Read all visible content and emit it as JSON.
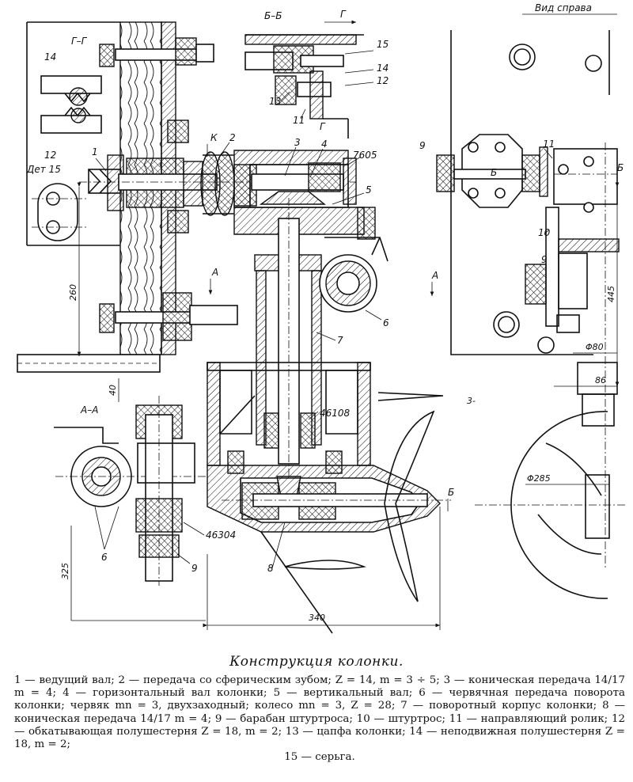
{
  "section_labels": {
    "section_gg": "Г–Г",
    "section_bb": "Б–Б",
    "section_bb_arrow": "Г",
    "right_view": "Вид справа",
    "section_aa": "А–А",
    "detail_15": "Дет 15"
  },
  "markers": {
    "a": "А",
    "b": "Б",
    "k": "К",
    "g": "Г"
  },
  "part_numbers": {
    "p1": "1",
    "p2": "2",
    "p3": "3",
    "p4": "4",
    "p5": "5",
    "p6_main": "6",
    "p6_aa": "6",
    "p7": "7",
    "p8": "8",
    "p9_right": "9",
    "p9_right_low": "9",
    "p9_aa": "9",
    "p10": "10",
    "p11_bb": "11",
    "p11_right": "11",
    "p12_gg": "12",
    "p12_bb": "12",
    "p13": "13",
    "p14_gg": "14",
    "p14_bb": "14",
    "p15": "15"
  },
  "bearing_codes": {
    "b7605": "7605",
    "b46108": "46108",
    "b46304": "46304"
  },
  "dimensions": {
    "d260": "260",
    "d40": "40",
    "d325": "325",
    "d340": "340",
    "d445": "445",
    "d80": "Φ80",
    "d86": "86",
    "d285": "Φ285",
    "stray": "3-"
  },
  "caption": {
    "title": "Конструкция колонки.",
    "legend_main": "1 — ведущий вал; 2 — передача со сферическим зубом; Z = 14, m = 3 ÷ 5; 3 — коническая передача 14/17 m = 4; 4 — горизонтальный вал колонки; 5 — вертикальный вал; 6 — червячная передача поворота колонки; червяк mn = 3, двухзаходный; колесо mn = 3, Z = 28; 7 — поворотный корпус колонки; 8 — коническая передача 14/17 m = 4; 9 — барабан штуртроса; 10 — штуртрос; 11 — направляющий ролик; 12 — обкатывающая полушестерня Z = 18, m = 2; 13 — цапфа колонки; 14 — неподвижная полушестерня Z = 18, m = 2;",
    "legend_last": "15 — серьга."
  }
}
